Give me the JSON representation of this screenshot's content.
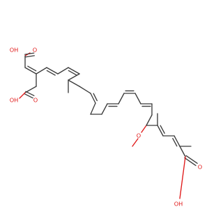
{
  "molecule": {
    "atom_labels": {
      "hydroxyl_top_left": "OH",
      "carbonyl_top_left": "O",
      "carbonyl_mid_left": "O",
      "hydroxyl_mid_left": "OH",
      "methoxy_oxygen": "O",
      "carbonyl_bottom_right": "O",
      "hydroxyl_bottom_right": "OH"
    },
    "colors": {
      "bond": "#3b3b3b",
      "heteroatom_oxygen": "#e01818",
      "background": "#ffffff"
    }
  }
}
